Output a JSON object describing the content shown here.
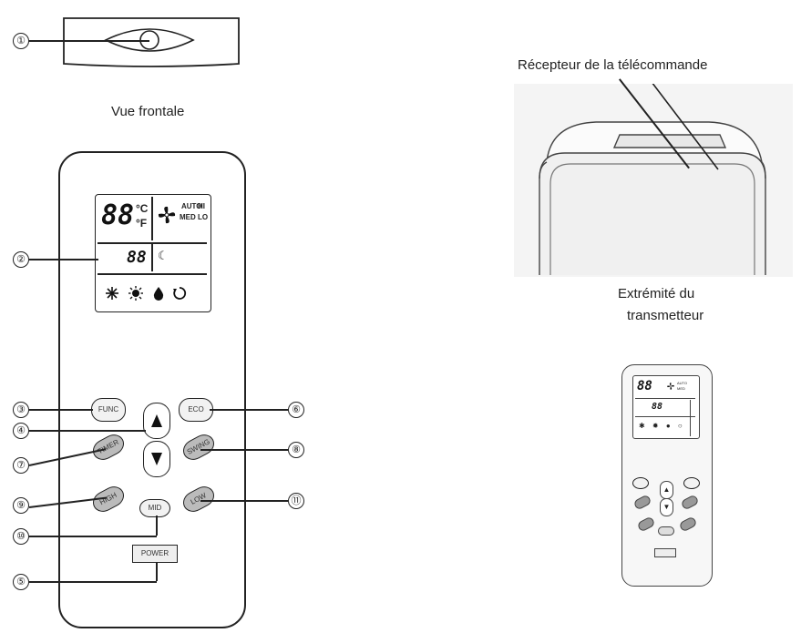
{
  "front_view": {
    "caption": "Vue frontale"
  },
  "receiver": {
    "caption": "Récepteur de la télécommande"
  },
  "transmitter": {
    "caption_line1": "Extrémité du",
    "caption_line2": "transmetteur"
  },
  "lcd": {
    "temp_digits": "88",
    "celsius": "°C",
    "fahrenheit": "°F",
    "fan_auto": "AUTO",
    "fan_hi": "HI",
    "fan_med": "MED",
    "fan_lo": "LO",
    "timer_digits": "88",
    "sleep_symbol": "☾",
    "mode_icons": [
      "cool-icon",
      "heat-icon",
      "dry-icon",
      "fan-icon"
    ]
  },
  "buttons": {
    "func": "FUNC",
    "eco": "ECO",
    "timer": "TIMER",
    "swing": "SWING",
    "high": "HIGH",
    "mid": "MID",
    "low": "LOW",
    "power": "POWER"
  },
  "callouts": [
    "①",
    "②",
    "③",
    "④",
    "⑤",
    "⑥",
    "⑦",
    "⑧",
    "⑨",
    "⑩",
    "⑪"
  ]
}
